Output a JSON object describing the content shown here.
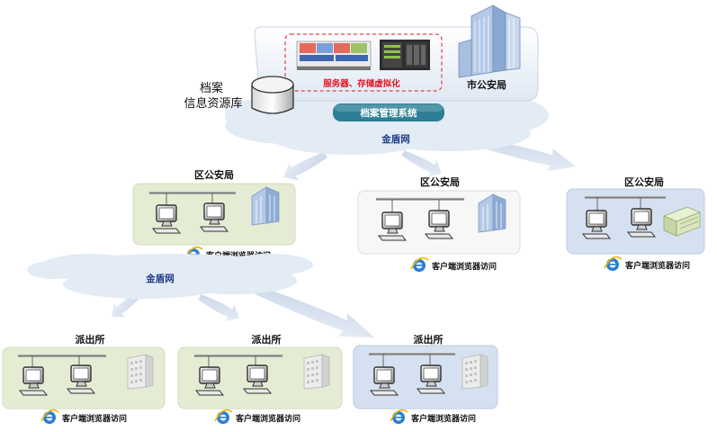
{
  "city": {
    "virtualization_label": "服务器、存储虚拟化",
    "bureau_label": "市公安局",
    "system_label": "档案管理系统",
    "network_label": "金盾网"
  },
  "repository": {
    "line1": "档案",
    "line2": "信息资源库"
  },
  "district_offices": [
    {
      "title": "区公安局",
      "caption": "客户端浏览器访问"
    },
    {
      "title": "区公安局",
      "caption": "客户端浏览器访问"
    },
    {
      "title": "区公安局",
      "caption": "客户端浏览器访问"
    }
  ],
  "district_network_label": "金盾网",
  "stations": [
    {
      "title": "派出所",
      "caption": "客户端浏览器访问"
    },
    {
      "title": "派出所",
      "caption": "客户端浏览器访问"
    },
    {
      "title": "派出所",
      "caption": "客户端浏览器访问"
    }
  ],
  "colors": {
    "green_panel": "#e4ecd4",
    "blue_panel": "#d5e0f1",
    "white_panel": "#f7f7f7",
    "cloud": "#e3ebf5",
    "system_bar": "#2e7f96",
    "arrow": "#c6d4e6",
    "virt_text": "#e5141f"
  },
  "icons": [
    "database-icon",
    "server-rack-icon",
    "building-icon",
    "computer-icon",
    "ie-browser-icon",
    "flow-arrow-icon"
  ]
}
